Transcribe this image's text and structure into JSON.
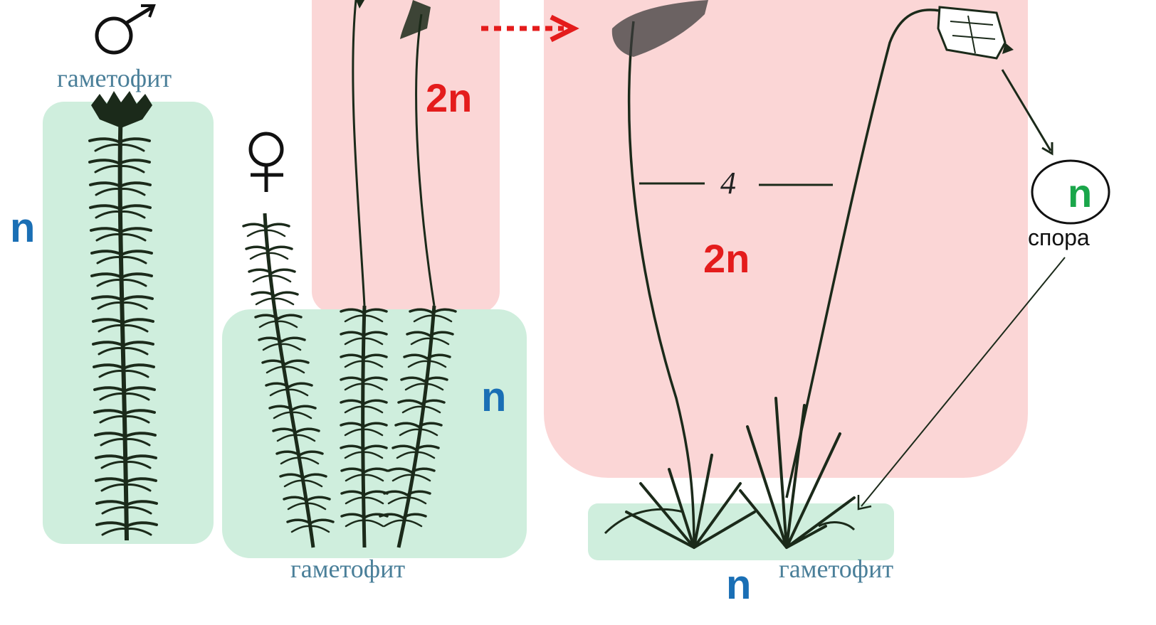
{
  "colors": {
    "haploid_bg": "#cfeedd",
    "diploid_bg": "#fbd6d6",
    "haploid_text": "#1a6fb5",
    "diploid_text": "#e41c1c",
    "spore_text": "#1aa64a",
    "label_text": "#4a7f99",
    "plant": "#1b2a1a"
  },
  "male": {
    "symbol": "male-symbol-icon",
    "label": "гаметофит",
    "ploidy": "n"
  },
  "female": {
    "symbol": "female-symbol-icon",
    "label": "гаметофит",
    "ploidy": "n",
    "sporophyte_ploidy": "2n"
  },
  "mature": {
    "sporophyte_ploidy": "2n",
    "stage_number": "4",
    "gametophyte_label": "гаметофит",
    "gametophyte_ploidy": "n"
  },
  "spore": {
    "ploidy": "n",
    "label": "спора"
  },
  "arrows": {
    "dotted": "red-dotted-arrow-icon",
    "capsule_to_spore": "arrow-icon",
    "spore_to_gametophyte": "arrow-icon"
  }
}
